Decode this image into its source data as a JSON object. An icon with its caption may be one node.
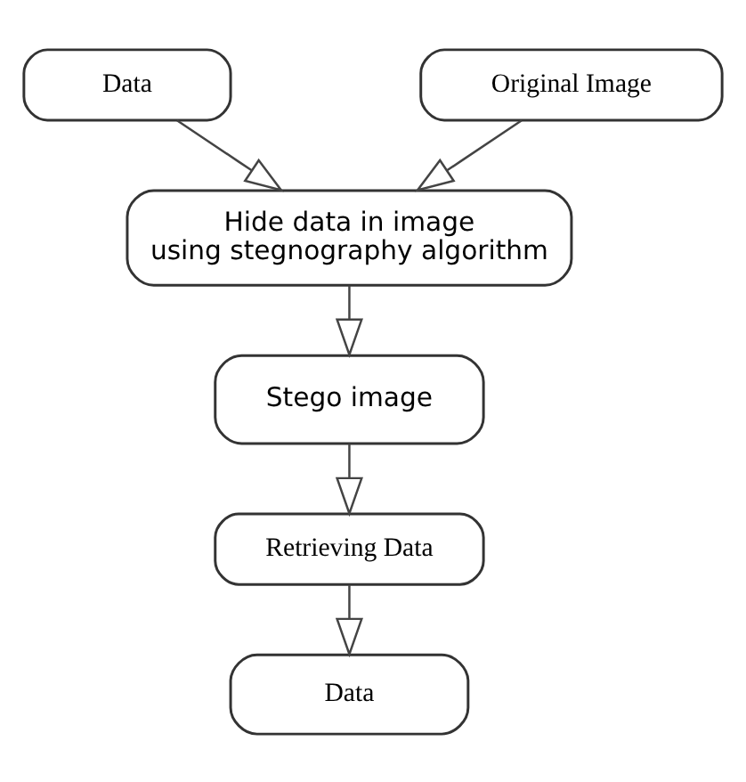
{
  "diagram": {
    "nodes": [
      {
        "text": [
          "Data"
        ]
      },
      {
        "text": [
          "Original Image"
        ]
      },
      {
        "text": [
          "Hide data in image using stegnography algorithm"
        ]
      },
      {
        "text": [
          "Stego image"
        ]
      },
      {
        "text": [
          "Retrieving Data"
        ]
      },
      {
        "text": [
          "Data"
        ]
      }
    ],
    "edges": [
      {
        "from": 0,
        "to": 2,
        "arrow": "to"
      },
      {
        "from": 1,
        "to": 2,
        "arrow": "to"
      },
      {
        "from": 2,
        "to": 3,
        "arrow": "to"
      },
      {
        "from": 3,
        "to": 4,
        "arrow": "to"
      },
      {
        "from": 4,
        "to": 5,
        "arrow": "to"
      }
    ]
  }
}
